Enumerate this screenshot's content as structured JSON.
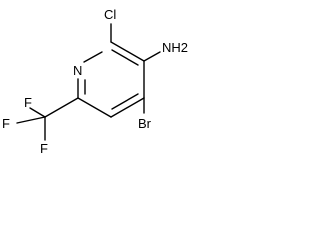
{
  "molecule": {
    "atoms": {
      "ring_nitrogen": "N",
      "chlorine": "Cl",
      "amine": "NH2",
      "bromine": "Br",
      "fluorine_top": "F",
      "fluorine_left": "F",
      "fluorine_bottom": "F"
    }
  }
}
